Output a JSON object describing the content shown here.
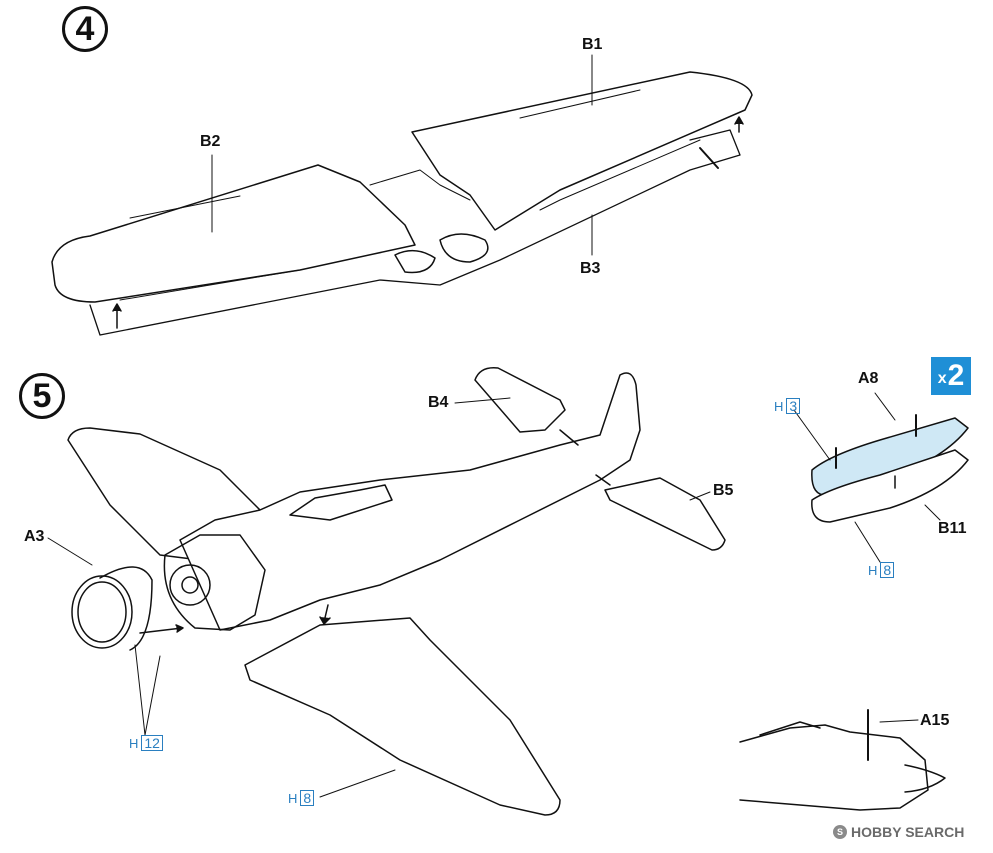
{
  "steps": [
    {
      "number": "4"
    },
    {
      "number": "5"
    }
  ],
  "step4": {
    "labels": {
      "b1": "B1",
      "b2": "B2",
      "b3": "B3"
    }
  },
  "step5": {
    "labels": {
      "b4": "B4",
      "b5": "B5",
      "a3": "A3"
    },
    "refs": [
      {
        "letter": "H",
        "number": "12"
      },
      {
        "letter": "H",
        "number": "8"
      }
    ]
  },
  "subassembly": {
    "quantity": {
      "x": "x",
      "value": "2"
    },
    "labels": {
      "a8": "A8",
      "b11": "B11"
    },
    "refs": [
      {
        "letter": "H",
        "number": "3"
      },
      {
        "letter": "H",
        "number": "8"
      }
    ]
  },
  "detail": {
    "labels": {
      "a15": "A15"
    }
  },
  "watermark": {
    "text": "HOBBY SEARCH",
    "logo": "S"
  },
  "colors": {
    "line": "#111111",
    "part_fill": "#cfe8f5",
    "accent": "#1f8fd6",
    "ref_text": "#2a7fc0"
  }
}
